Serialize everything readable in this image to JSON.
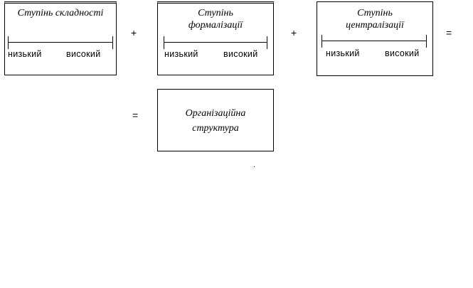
{
  "boxes": {
    "complexity": {
      "title": "Ступінь складності",
      "low": "низький",
      "high": "високий"
    },
    "formalization": {
      "title_line1": "Ступінь",
      "title_line2": "формалізації",
      "low": "низький",
      "high": "високий"
    },
    "centralization": {
      "title_line1": "Ступінь",
      "title_line2": "централізації",
      "low": "низький",
      "high": "високий"
    },
    "structure": {
      "title_line1": "Організаційна",
      "title_line2": "структура"
    }
  },
  "operators": {
    "plus1": "+",
    "plus2": "+",
    "equals1": "=",
    "equals2": "="
  }
}
